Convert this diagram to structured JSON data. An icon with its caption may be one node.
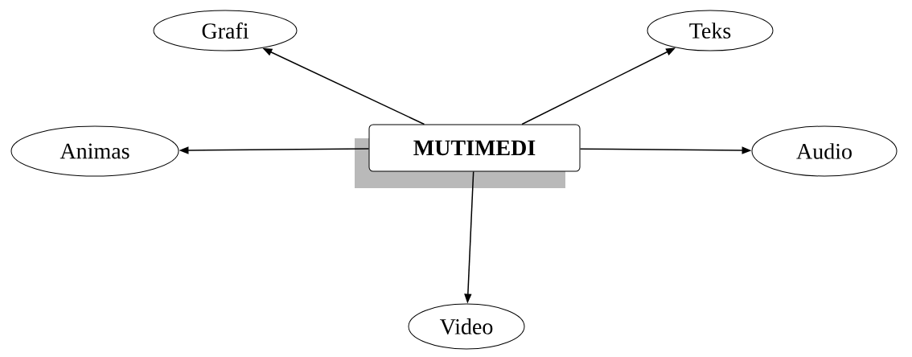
{
  "diagram": {
    "nodes": [
      {
        "text": [
          "MUTIMEDI"
        ]
      },
      {
        "text": [
          "Grafi"
        ]
      },
      {
        "text": [
          "Teks"
        ]
      },
      {
        "text": [
          "Animas"
        ]
      },
      {
        "text": [
          "Audio"
        ]
      },
      {
        "text": [
          "Video"
        ]
      }
    ],
    "edges": [
      {
        "from": 0,
        "to": 1,
        "arrow": "to"
      },
      {
        "from": 0,
        "to": 2,
        "arrow": "to"
      },
      {
        "from": 0,
        "to": 3,
        "arrow": "to"
      },
      {
        "from": 0,
        "to": 4,
        "arrow": "to"
      },
      {
        "from": 0,
        "to": 5,
        "arrow": "to"
      }
    ]
  }
}
